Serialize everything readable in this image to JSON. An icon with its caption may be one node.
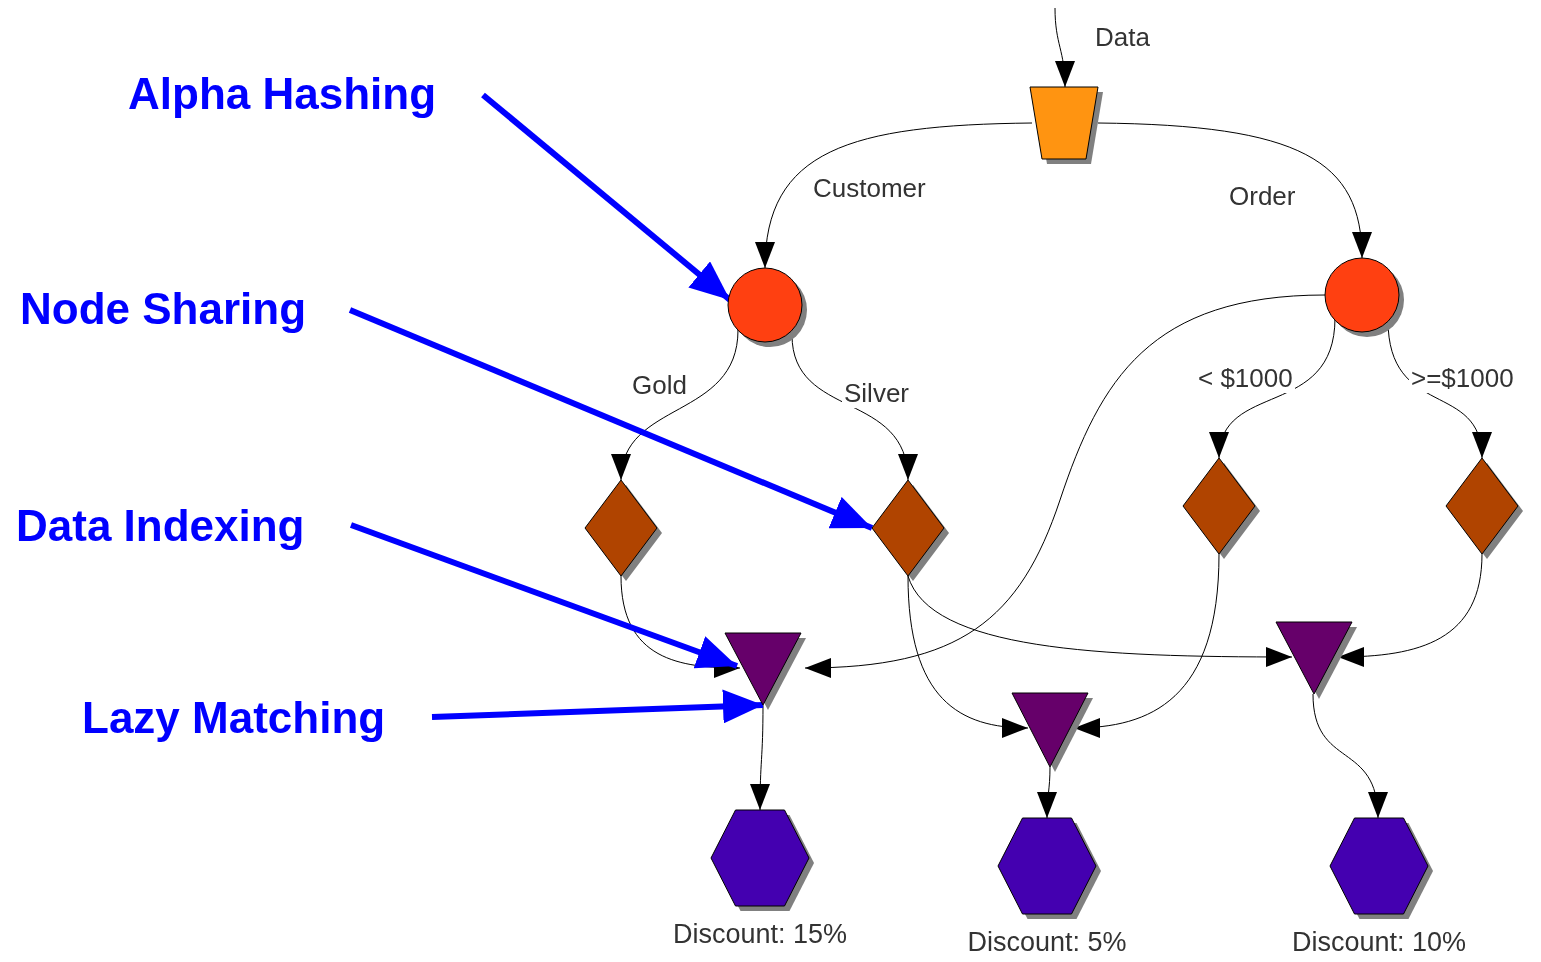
{
  "diagram": {
    "nodes": [
      {
        "text": [],
        "shape": "trapezoid"
      },
      {
        "text": [],
        "shape": "circle"
      },
      {
        "text": [],
        "shape": "circle"
      },
      {
        "text": [],
        "shape": "diamond"
      },
      {
        "text": [],
        "shape": "diamond"
      },
      {
        "text": [],
        "shape": "diamond"
      },
      {
        "text": [],
        "shape": "diamond"
      },
      {
        "text": [],
        "shape": "triangle"
      },
      {
        "text": [],
        "shape": "triangle"
      },
      {
        "text": [],
        "shape": "triangle"
      },
      {
        "text": [],
        "shape": "hexagon",
        "beside": [
          "Discount: 15%"
        ]
      },
      {
        "text": [],
        "shape": "hexagon",
        "beside": [
          "Discount: 5%"
        ]
      },
      {
        "text": [],
        "shape": "hexagon",
        "beside": [
          "Discount: 10%"
        ]
      },
      {
        "text": [
          "Alpha Hashing"
        ]
      },
      {
        "text": [
          "Node Sharing"
        ]
      },
      {
        "text": [
          "Data Indexing"
        ]
      },
      {
        "text": [
          "Lazy Matching"
        ]
      }
    ],
    "edges": [
      {
        "from": null,
        "to": 0,
        "arrow": "to",
        "label": "Data"
      },
      {
        "from": 0,
        "to": 1,
        "arrow": "to",
        "label": "Customer"
      },
      {
        "from": 0,
        "to": 2,
        "arrow": "to",
        "label": "Order"
      },
      {
        "from": 1,
        "to": 3,
        "arrow": "to",
        "label": "Gold"
      },
      {
        "from": 1,
        "to": 4,
        "arrow": "to",
        "label": "Silver"
      },
      {
        "from": 2,
        "to": 5,
        "arrow": "to",
        "label": "< $1000"
      },
      {
        "from": 2,
        "to": 6,
        "arrow": "to",
        "label": ">=$1000"
      },
      {
        "from": 3,
        "to": 7,
        "arrow": "to"
      },
      {
        "from": 2,
        "to": 7,
        "arrow": "to"
      },
      {
        "from": 4,
        "to": 8,
        "arrow": "to"
      },
      {
        "from": 5,
        "to": 8,
        "arrow": "to"
      },
      {
        "from": 4,
        "to": 9,
        "arrow": "to"
      },
      {
        "from": 6,
        "to": 9,
        "arrow": "to"
      },
      {
        "from": 7,
        "to": 10,
        "arrow": "to"
      },
      {
        "from": 8,
        "to": 11,
        "arrow": "to"
      },
      {
        "from": 9,
        "to": 12,
        "arrow": "to"
      },
      {
        "from": 13,
        "to": 1,
        "arrow": "to",
        "style": "thick",
        "color": "#0000ff"
      },
      {
        "from": 14,
        "to": 4,
        "arrow": "to",
        "style": "thick",
        "color": "#0000ff"
      },
      {
        "from": 15,
        "to": 7,
        "arrow": "to",
        "style": "thick",
        "color": "#0000ff"
      },
      {
        "from": 16,
        "to": 7,
        "arrow": "to",
        "style": "thick",
        "color": "#0000ff"
      }
    ]
  }
}
